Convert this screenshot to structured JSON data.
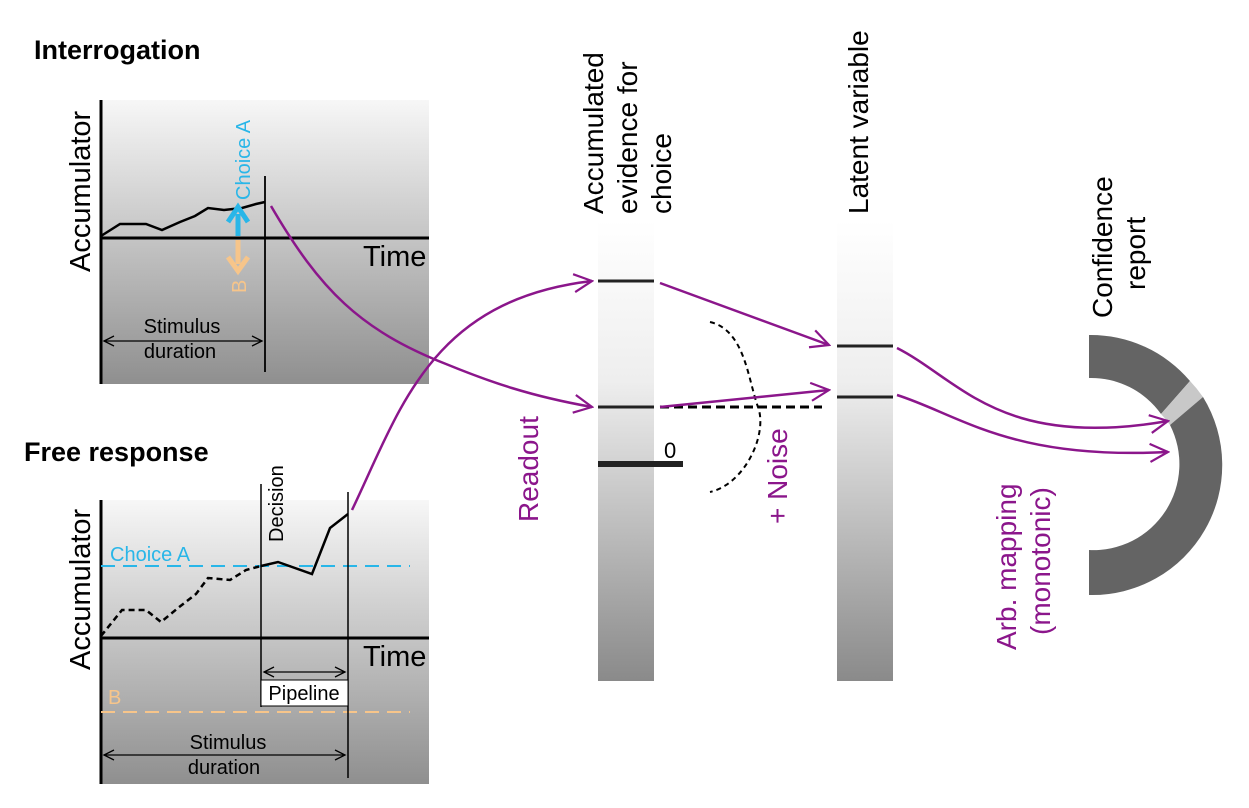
{
  "colors": {
    "purple": "#8b168b",
    "choice_a": "#29b6e8",
    "choice_b": "#f7c58a",
    "dark_gray": "#646464",
    "light_gray": "#c8c8c8",
    "line": "#000000"
  },
  "interrogation": {
    "title": "Interrogation",
    "y_label": "Accumulator",
    "x_label": "Time",
    "choice_a_label": "Choice A",
    "choice_b_label": "B",
    "duration_label_1": "Stimulus",
    "duration_label_2": "duration"
  },
  "free_response": {
    "title": "Free response",
    "y_label": "Accumulator",
    "x_label": "Time",
    "choice_a_label": "Choice A",
    "choice_b_label": "B",
    "decision_label": "Decision",
    "pipeline_label": "Pipeline",
    "duration_label_1": "Stimulus",
    "duration_label_2": "duration"
  },
  "evidence_bar": {
    "title_1": "Accumulated",
    "title_2": "evidence for",
    "title_3": "choice",
    "zero_label": "0"
  },
  "latent_bar": {
    "title": "Latent variable"
  },
  "confidence": {
    "title_1": "Confidence",
    "title_2": "report"
  },
  "arrows": {
    "readout_label": "Readout",
    "noise_label": "+ Noise",
    "mapping_label_1": "Arb.  mapping",
    "mapping_label_2": "(monotonic)"
  }
}
